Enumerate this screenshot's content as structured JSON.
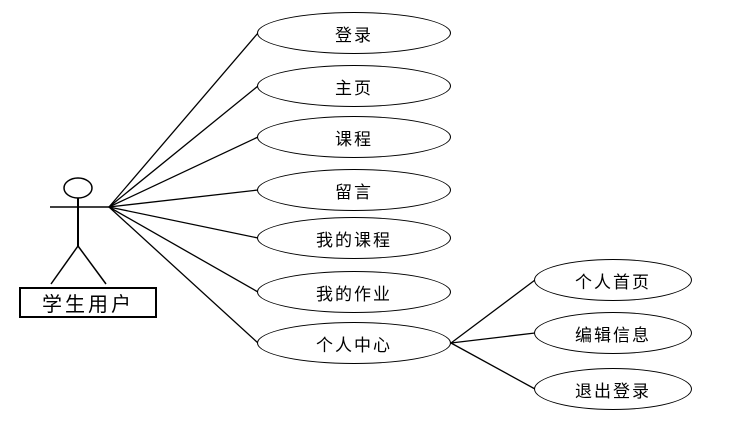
{
  "diagram": {
    "type": "use-case-diagram",
    "actor": {
      "label": "学生用户"
    },
    "use_cases": [
      {
        "label": "登录"
      },
      {
        "label": "主页"
      },
      {
        "label": "课程"
      },
      {
        "label": "留言"
      },
      {
        "label": "我的课程"
      },
      {
        "label": "我的作业"
      },
      {
        "label": "个人中心"
      }
    ],
    "sub_use_cases": [
      {
        "label": "个人首页"
      },
      {
        "label": "编辑信息"
      },
      {
        "label": "退出登录"
      }
    ],
    "colors": {
      "stroke": "#000000",
      "shape_fill": "#ffffff",
      "background": "#ffffff"
    }
  }
}
